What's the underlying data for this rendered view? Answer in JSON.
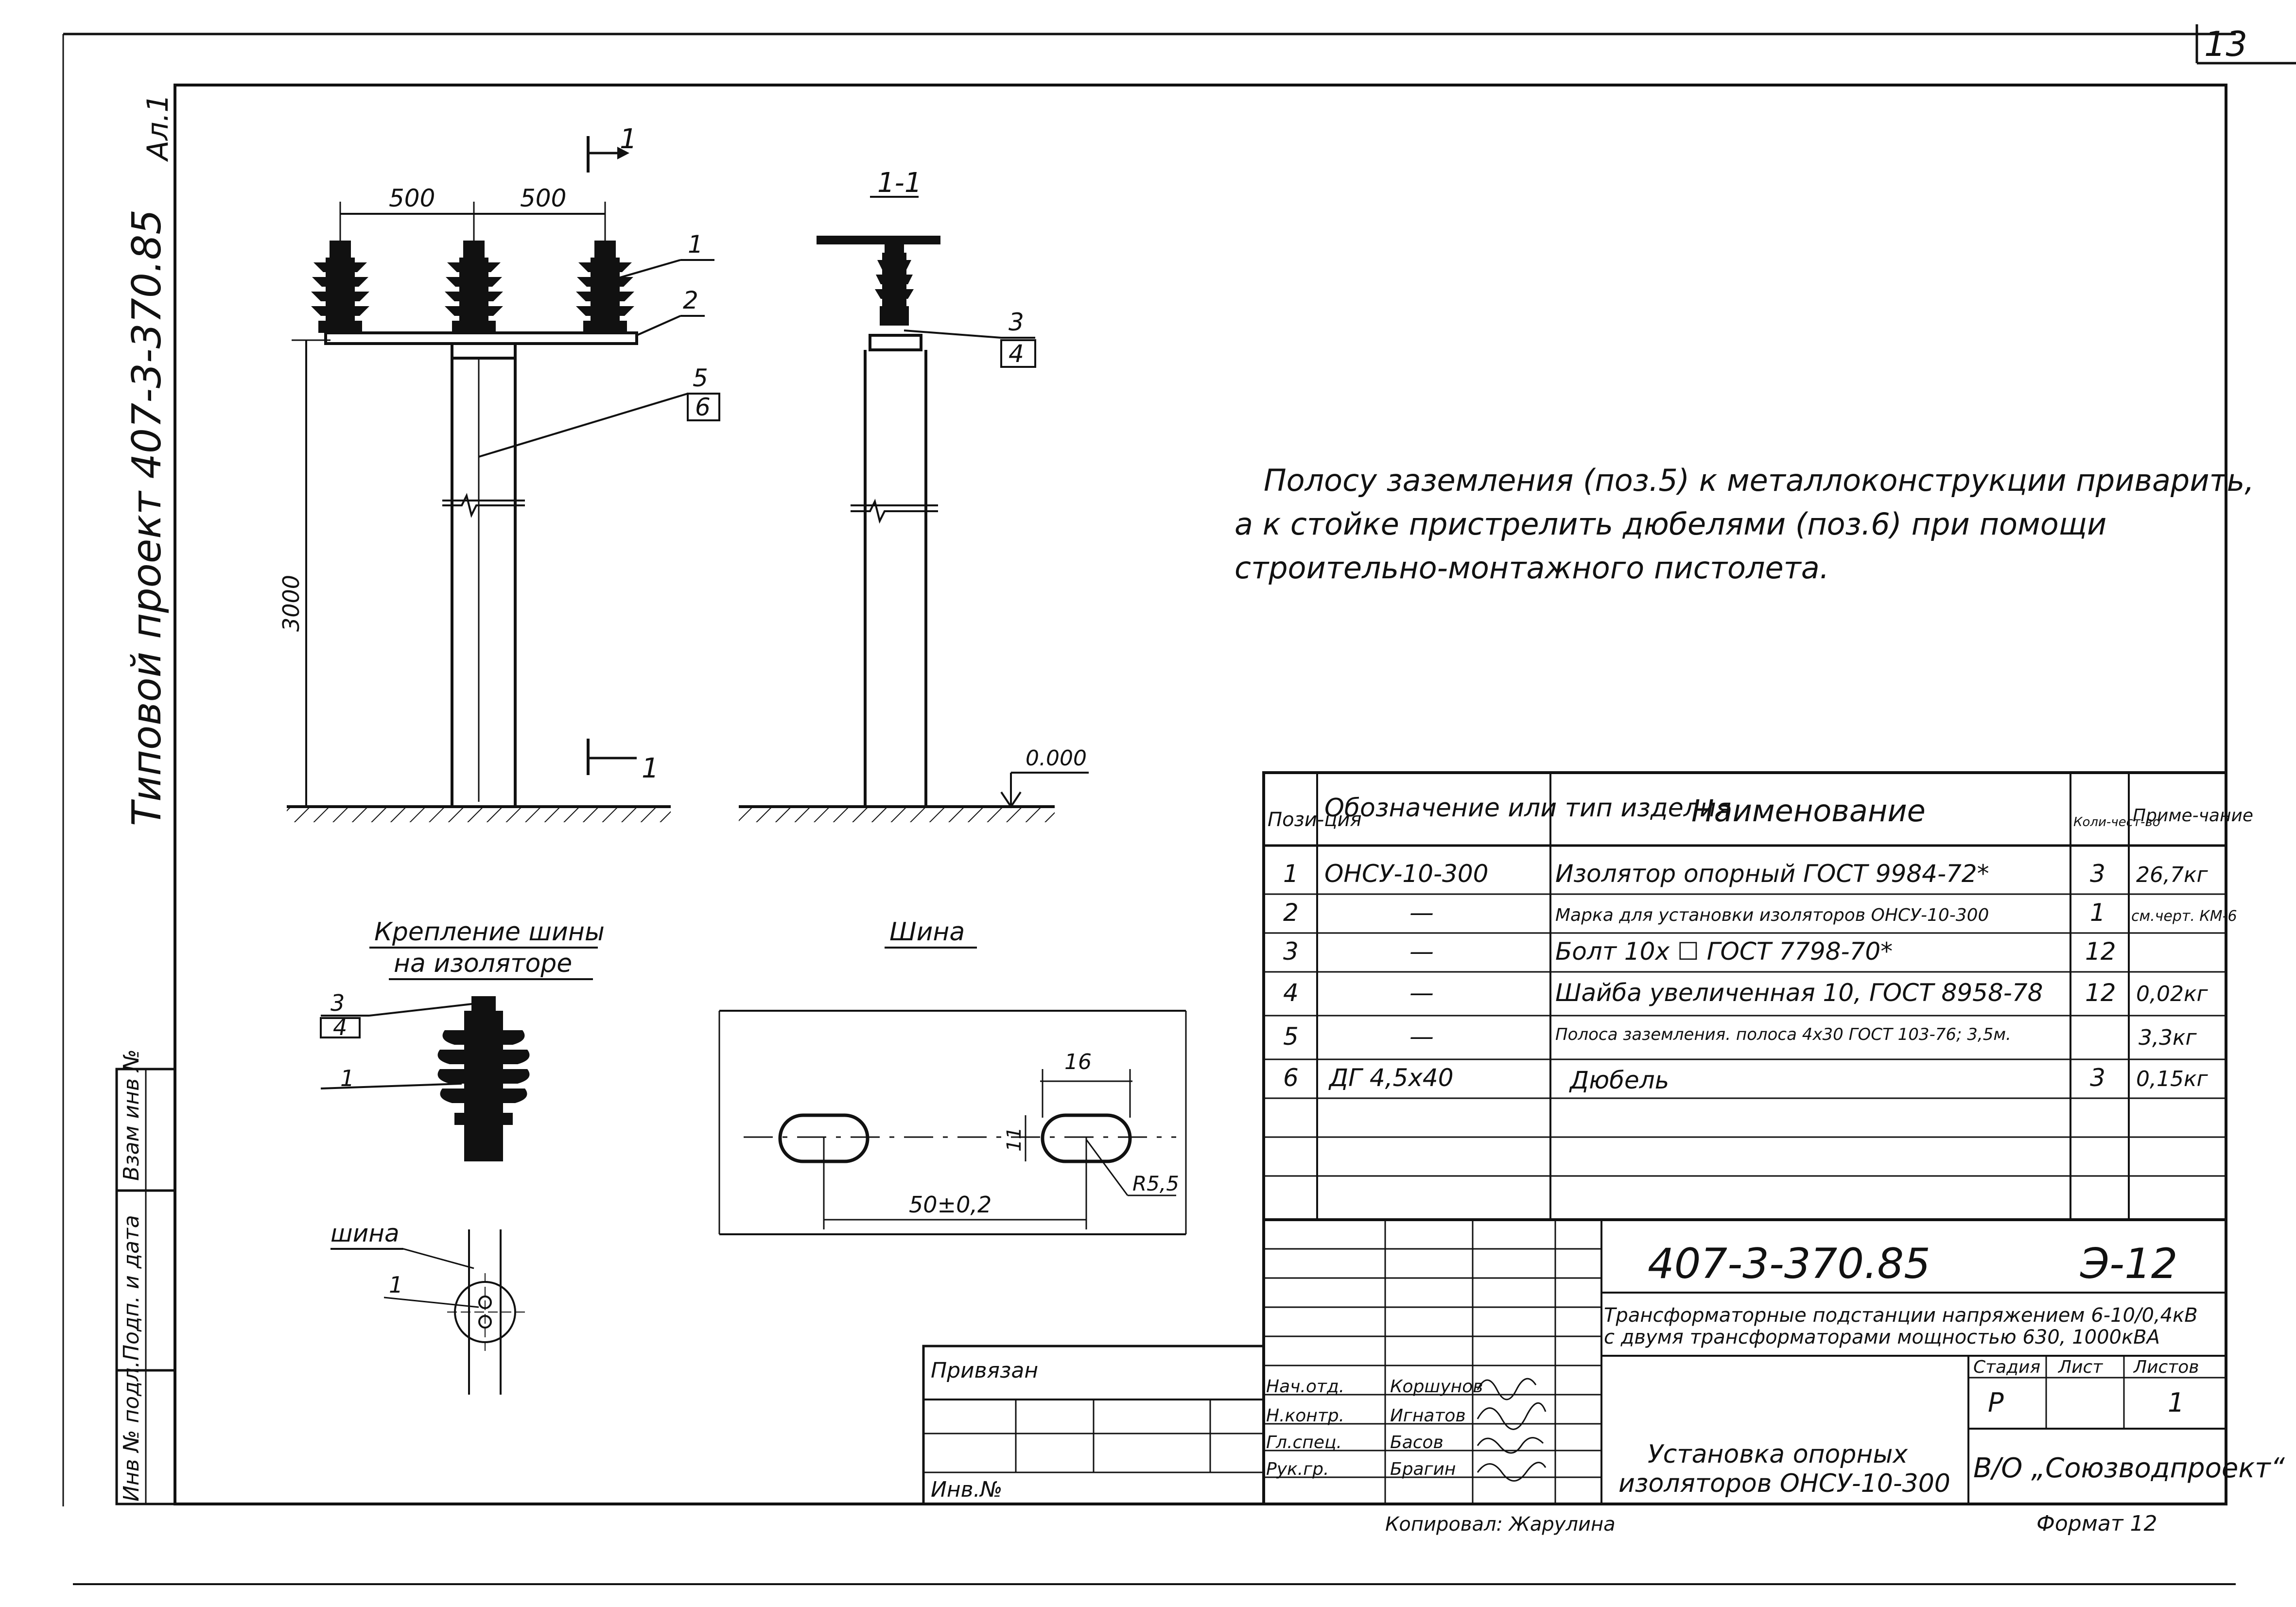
{
  "sheet": {
    "number": "13",
    "album": "Ал.1",
    "project_vertical": "Типовой проект 407-3-370.85",
    "copied_by": "Копировал: Жарулина",
    "format": "Формат 12"
  },
  "side_labels": {
    "vzam": "Взам инв №",
    "podp": "Подп. и дата",
    "inv_podl": "Инв № подл."
  },
  "views": {
    "main": {
      "section_mark": "1",
      "dim_left": "500",
      "dim_right": "500",
      "height": "3000",
      "callouts": [
        "1",
        "2",
        "5",
        "6"
      ]
    },
    "section": {
      "title": "1-1",
      "callouts": [
        "3",
        "4"
      ],
      "level": "0.000"
    },
    "insulator_detail": {
      "title_line1": "Крепление шины",
      "title_line2": "на изоляторе",
      "callouts": [
        "3",
        "4",
        "1"
      ]
    },
    "bus_detail": {
      "title": "Шина",
      "dim_slot": "16",
      "dim_height": "11",
      "dim_spacing": "50±0,2",
      "radius": "R5,5"
    },
    "plan_detail": {
      "label": "шина",
      "callout": "1"
    }
  },
  "note": [
    "Полосу заземления (поз.5) к металлоконструкции приварить,",
    "а к стойке пристрелить дюбелями (поз.6) при помощи",
    "строительно-монтажного пистолета."
  ],
  "spec_table": {
    "headers": {
      "pos": "Пози-ция",
      "designation": "Обозначение или тип изделия",
      "name": "Наименование",
      "qty": "Коли-чест-во",
      "note": "Приме-чание"
    },
    "rows": [
      {
        "pos": "1",
        "designation": "ОНСУ-10-300",
        "name": "Изолятор опорный ГОСТ 9984-72*",
        "qty": "3",
        "note": "26,7кг"
      },
      {
        "pos": "2",
        "designation": "—",
        "name": "Марка для установки изоляторов ОНСУ-10-300",
        "qty": "1",
        "note": "см.черт. КМ-6"
      },
      {
        "pos": "3",
        "designation": "—",
        "name": "Болт 10х ☐ ГОСТ 7798-70*",
        "qty": "12",
        "note": ""
      },
      {
        "pos": "4",
        "designation": "—",
        "name": "Шайба увеличенная 10, ГОСТ 8958-78",
        "qty": "12",
        "note": "0,02кг"
      },
      {
        "pos": "5",
        "designation": "—",
        "name": "Полоса заземления. полоса 4х30 ГОСТ 103-76; 3,5м.",
        "qty": "",
        "note": "3,3кг"
      },
      {
        "pos": "6",
        "designation": "ДГ 4,5х40",
        "name": "Дюбель",
        "qty": "3",
        "note": "0,15кг"
      }
    ]
  },
  "title_block": {
    "code": "407-3-370.85",
    "sheet_code": "Э-12",
    "title_line1": "Трансформаторные подстанции напряжением 6-10/0,4кВ",
    "title_line2": "с двумя трансформаторами мощностью 630, 1000кВА",
    "stage_label": "Стадия",
    "sheet_label": "Лист",
    "sheets_label": "Листов",
    "stage": "Р",
    "sheet": "",
    "sheets": "1",
    "drawing_title_line1": "Установка опорных",
    "drawing_title_line2": "изоляторов ОНСУ-10-300",
    "organization": "В/О „Союзводпроект“",
    "privyazan": "Привязан",
    "inv_no": "Инв.№",
    "signers": [
      {
        "role": "Нач.отд.",
        "name": "Коршунов"
      },
      {
        "role": "Н.контр.",
        "name": "Игнатов"
      },
      {
        "role": "Гл.спец.",
        "name": "Басов"
      },
      {
        "role": "Рук.гр.",
        "name": "Брагин"
      }
    ]
  }
}
